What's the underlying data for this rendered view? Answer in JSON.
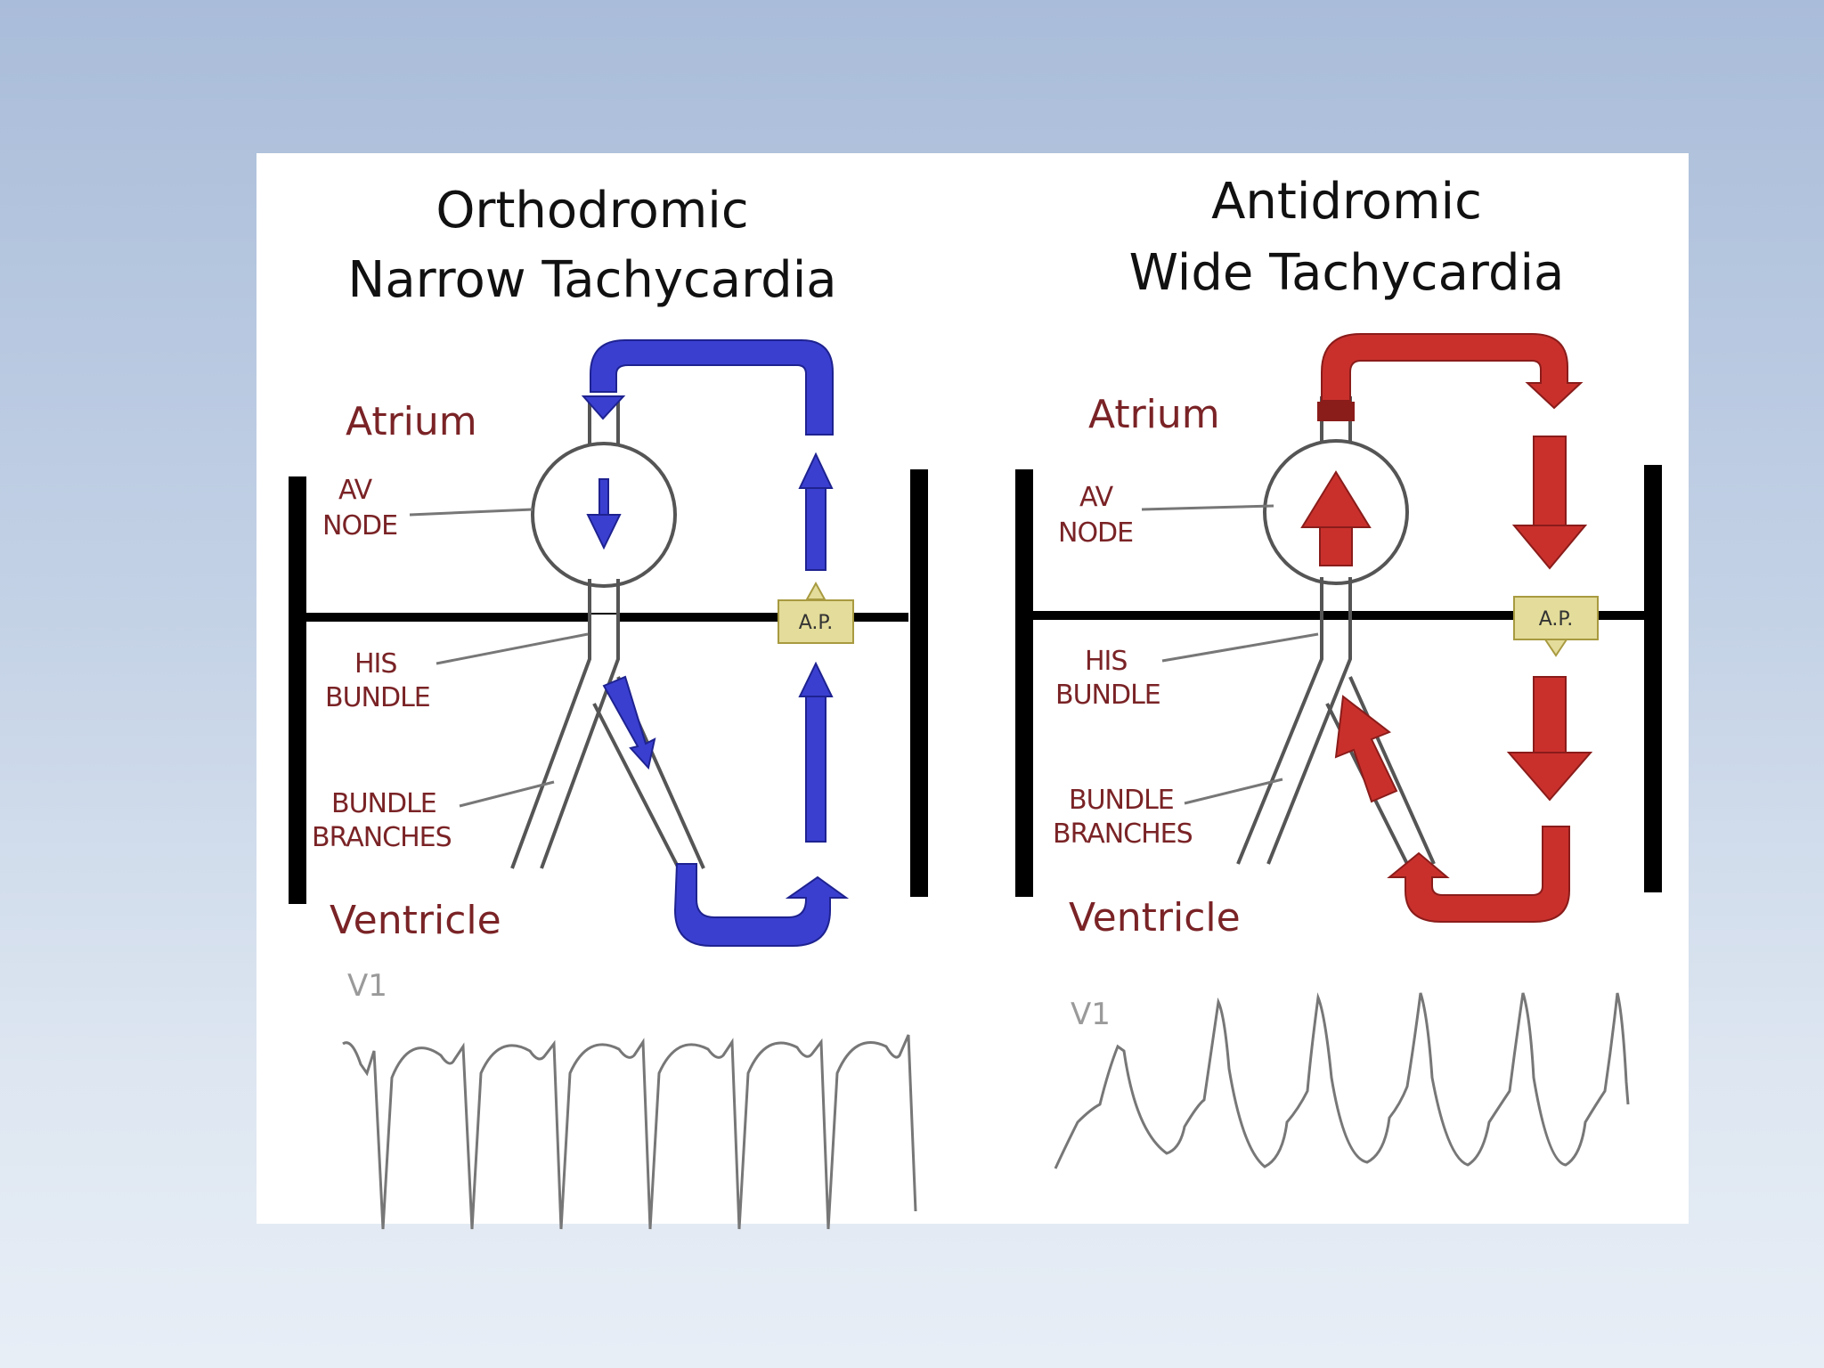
{
  "left_panel": {
    "title_line1": "Orthodromic",
    "title_line2": "Narrow Tachycardia",
    "atrium": "Atrium",
    "av_node_1": "AV",
    "av_node_2": "NODE",
    "his_1": "HIS",
    "his_2": "BUNDLE",
    "branches_1": "BUNDLE",
    "branches_2": "BRANCHES",
    "ventricle": "Ventricle",
    "ap": "A.P.",
    "lead": "V1"
  },
  "right_panel": {
    "title_line1": "Antidromic",
    "title_line2": "Wide Tachycardia",
    "atrium": "Atrium",
    "av_node_1": "AV",
    "av_node_2": "NODE",
    "his_1": "HIS",
    "his_2": "BUNDLE",
    "branches_1": "BUNDLE",
    "branches_2": "BRANCHES",
    "ventricle": "Ventricle",
    "ap": "A.P.",
    "lead": "V1"
  },
  "colors": {
    "orthodromic_arrow": "#3a3fd0",
    "antidromic_arrow": "#c9302c",
    "label": "#7a2326",
    "ap_box": "#e3dc9a"
  }
}
